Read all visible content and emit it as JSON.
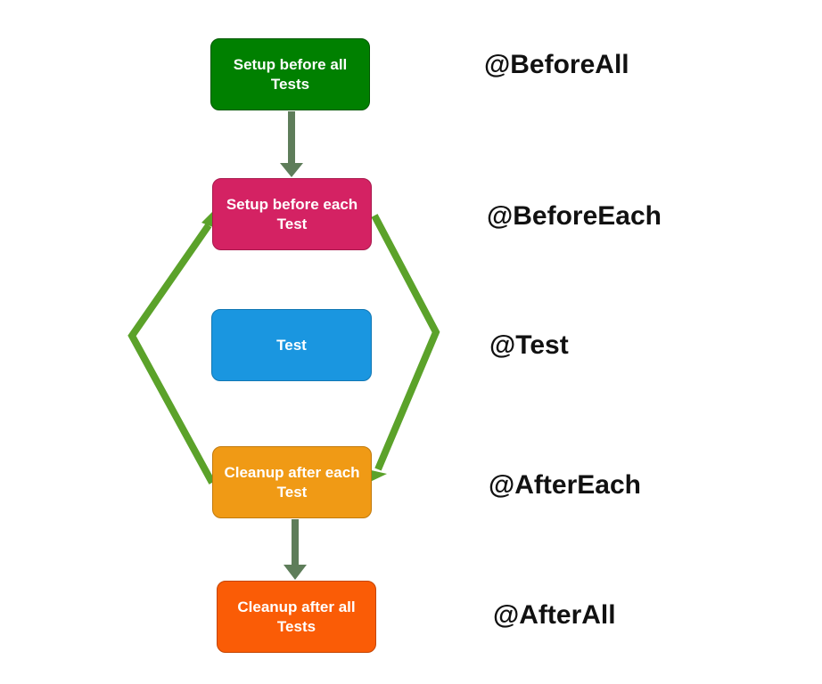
{
  "boxes": {
    "before_all": {
      "label": "Setup before all Tests",
      "color": "#008000"
    },
    "before_each": {
      "label": "Setup before each Test",
      "color": "#d42263"
    },
    "test": {
      "label": "Test",
      "color": "#1a96e0"
    },
    "after_each": {
      "label": "Cleanup after each Test",
      "color": "#f09a15"
    },
    "after_all": {
      "label": "Cleanup after all Tests",
      "color": "#fa5c06"
    }
  },
  "annotations": {
    "before_all": "@BeforeAll",
    "before_each": "@BeforeEach",
    "test": "@Test",
    "after_each": "@AfterEach",
    "after_all": "@AfterAll"
  },
  "colors": {
    "straight_arrow": "#5e7d5a",
    "loop_arrow": "#5ba22a"
  }
}
